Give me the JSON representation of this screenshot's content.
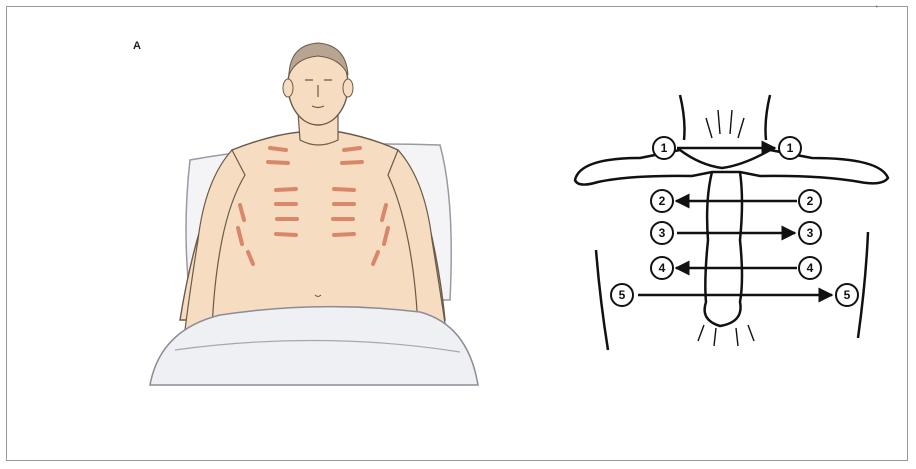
{
  "figure": {
    "panel_label": "A",
    "corner_mark": "'"
  },
  "diagram": {
    "markers": [
      {
        "left": "1",
        "right": "1",
        "direction": "right"
      },
      {
        "left": "2",
        "right": "2",
        "direction": "left"
      },
      {
        "left": "3",
        "right": "3",
        "direction": "right"
      },
      {
        "left": "4",
        "right": "4",
        "direction": "left"
      },
      {
        "left": "5",
        "right": "5",
        "direction": "right"
      }
    ]
  },
  "colors": {
    "skin": "#f6dcc0",
    "skin_outline": "#6b5a4a",
    "percussion_mark": "#d9876a",
    "blanket": "#eef0f4",
    "pillow": "#f4f4f6",
    "ink": "#111111"
  }
}
